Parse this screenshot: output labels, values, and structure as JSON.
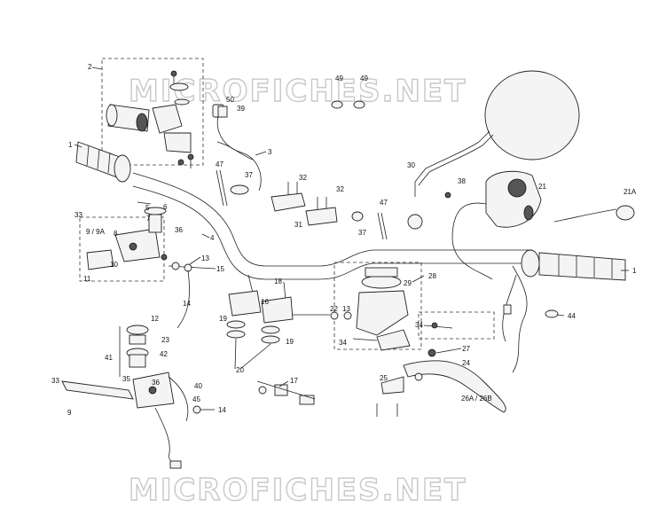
{
  "watermark": {
    "top": "MICROFICHES.NET",
    "bottom": "MICROFICHES.NET"
  },
  "callouts": {
    "c1_left": "1",
    "c1_right": "1",
    "c2": "2",
    "c3": "3",
    "c4": "4",
    "c5": "5",
    "c6": "6",
    "c7": "7",
    "c8": "8",
    "c9_9a": "9 / 9A",
    "c9": "9",
    "c10": "10",
    "c11": "11",
    "c12": "12",
    "c13_a": "13",
    "c13_b": "13",
    "c14_a": "14",
    "c14_b": "14",
    "c15": "15",
    "c16": "16",
    "c17": "17",
    "c18": "18",
    "c19_a": "19",
    "c19_b": "19",
    "c20": "20",
    "c21": "21",
    "c21a": "21A",
    "c22": "22",
    "c23": "23",
    "c24": "24",
    "c25": "25",
    "c26": "26A / 26B",
    "c27": "27",
    "c28": "28",
    "c29": "29",
    "c30": "30",
    "c31": "31",
    "c32_a": "32",
    "c32_b": "32",
    "c33_a": "33",
    "c33_b": "33",
    "c34_a": "34",
    "c34_b": "34",
    "c35": "35",
    "c36_a": "36",
    "c36_b": "36",
    "c37_a": "37",
    "c37_b": "37",
    "c38": "38",
    "c39": "39",
    "c40": "40",
    "c41": "41",
    "c42": "42",
    "c44": "44",
    "c45": "45",
    "c47_a": "47",
    "c47_b": "47",
    "c49_a": "49",
    "c49_b": "49",
    "c50": "50"
  }
}
